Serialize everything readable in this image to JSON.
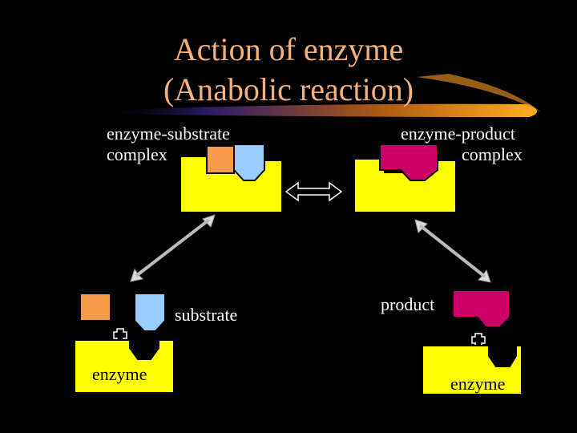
{
  "title": {
    "line1": "Action of enzyme",
    "line2": "(Anabolic reaction)"
  },
  "labels": {
    "es_complex_line1": "enzyme-substrate",
    "es_complex_line2": "complex",
    "ep_complex_line1": "enzyme-product",
    "ep_complex_line2": "complex",
    "substrate": "substrate",
    "product": "product",
    "enzyme_left": "enzyme",
    "enzyme_right": "enzyme"
  },
  "colors": {
    "background": "#000000",
    "title": "#f2b27a",
    "enzyme": "#ffff00",
    "substrate_a": "#f79a4a",
    "substrate_b": "#99ccff",
    "product": "#cc0066",
    "text": "#ffffff"
  }
}
